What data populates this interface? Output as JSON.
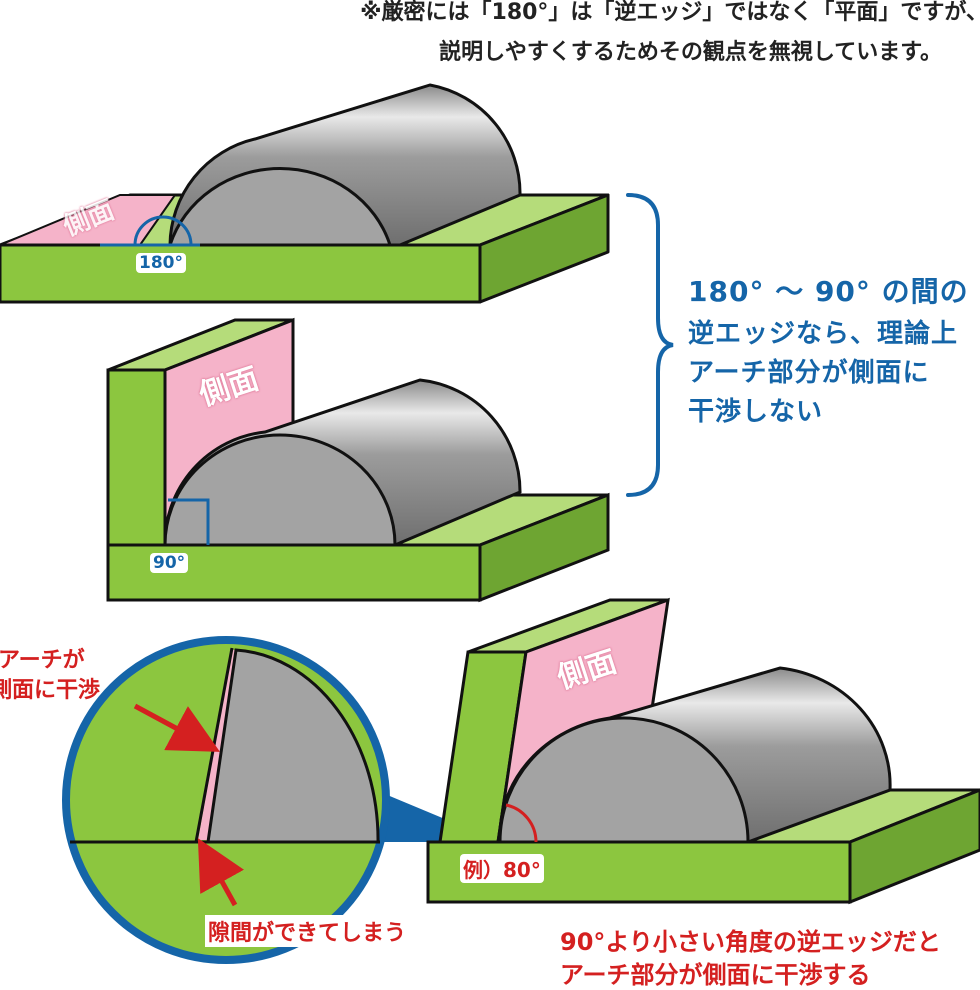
{
  "top_note": {
    "line1": "※厳密には「180°」は「逆エッジ」ではなく「平面」ですが、",
    "line2": "説明しやすくするためその観点を無視しています。"
  },
  "labels": {
    "angle_180": "180°",
    "angle_90": "90°",
    "side_face": "側面",
    "side_face_faded": "側面",
    "example_angle": "例）80°"
  },
  "brace_text": {
    "line1": "180° ～ 90° の間の",
    "line2": "逆エッジなら、理論上",
    "line3": "アーチ部分が側面に",
    "line4": "干渉しない"
  },
  "zoom_callouts": {
    "interference_line1": "アーチが",
    "interference_line2": "側面に干渉",
    "gap": "隙間ができてしまう"
  },
  "bottom_text": {
    "line1": "90°より小さい角度の逆エッジだと",
    "line2": "アーチ部分が側面に干渉する"
  },
  "colors": {
    "green": "#8cc63f",
    "green_light": "#b5dc7a",
    "green_dark": "#6ea532",
    "pink": "#f5b3c9",
    "gray": "#9a9a9a",
    "blue": "#1565a8",
    "red": "#d42020",
    "outline": "#111111"
  }
}
